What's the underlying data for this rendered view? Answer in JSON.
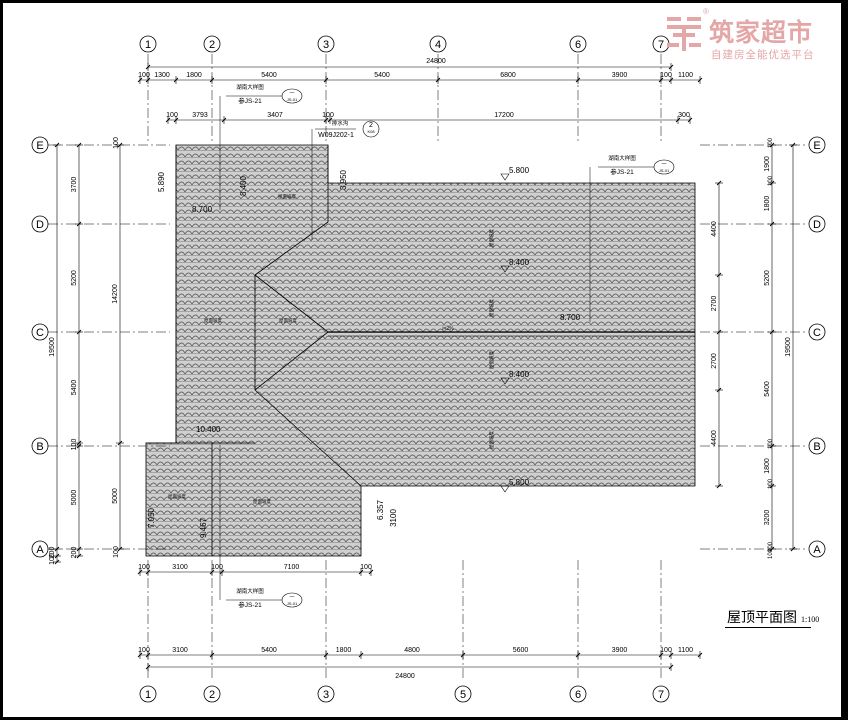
{
  "watermark": {
    "title": "筑家超市",
    "subtitle": "自建房全能优选平台",
    "reg": "®",
    "brand_color": "#e4a6a6"
  },
  "caption": {
    "title": "屋顶平面图",
    "scale": "1:100"
  },
  "grid_top": [
    "1",
    "2",
    "3",
    "4",
    "6",
    "7"
  ],
  "grid_bottom": [
    "1",
    "2",
    "3",
    "5",
    "6",
    "7"
  ],
  "grid_rows": [
    "E",
    "D",
    "C",
    "B",
    "A"
  ],
  "dims": {
    "top_total": "24800",
    "top_row1": [
      "100",
      "1300",
      "1800",
      "5400",
      "5400",
      "6800",
      "3900",
      "100",
      "1100"
    ],
    "top_row2": [
      "100",
      "3793",
      "3407",
      "100",
      "17200",
      "300"
    ],
    "bottom_total": "24800",
    "bottom_row1": [
      "100",
      "3100",
      "100",
      "7100",
      "100"
    ],
    "bottom_row2": [
      "100",
      "3100",
      "5400",
      "1800",
      "4800",
      "5600",
      "3900",
      "100",
      "1100"
    ],
    "left_outer": [
      "19500",
      "200",
      "100"
    ],
    "left_mid": [
      "14200",
      "5000"
    ],
    "left_inner": [
      "3700",
      "5200",
      "5400",
      "100",
      "5000",
      "200"
    ],
    "left_pieces": [
      "100",
      "100"
    ],
    "right_outer": [
      "19500"
    ],
    "right_mid": [
      "1900",
      "1800",
      "5200",
      "5400",
      "1800",
      "3200"
    ],
    "right_inner": [
      "4400",
      "2700",
      "2700",
      "4400"
    ],
    "right_pieces": [
      "100",
      "100",
      "100",
      "100",
      "100",
      "100"
    ]
  },
  "elevations": [
    "5.800",
    "5.800",
    "8.400",
    "8.400",
    "7.050",
    "8.700",
    "8.700",
    "10.400",
    "5.890",
    "8.400",
    "3.950",
    "9.467",
    "6.357",
    "3100"
  ],
  "details": [
    {
      "top": "湖南大样图",
      "mid": "一",
      "ref": "参JS-21",
      "sub": "JS-01"
    },
    {
      "top": "湖南大样图",
      "mid": "一",
      "ref": "参JS-21",
      "sub": "JS-01"
    },
    {
      "top": "湖南大样图",
      "mid": "一",
      "ref": "参JS-21",
      "sub": "JS-01"
    }
  ],
  "callout": {
    "top": "排水沟",
    "num": "2",
    "ref": "W09J202-1",
    "sub": "K08"
  },
  "slope_label": "i=2%",
  "roof_notes": [
    "屋面坡度",
    "屋面坡度",
    "屋面坡度",
    "屋面坡度",
    "屋面坡度",
    "屋面坡度",
    "屋面坡度",
    "屋面坡度",
    "屋面坡度"
  ]
}
